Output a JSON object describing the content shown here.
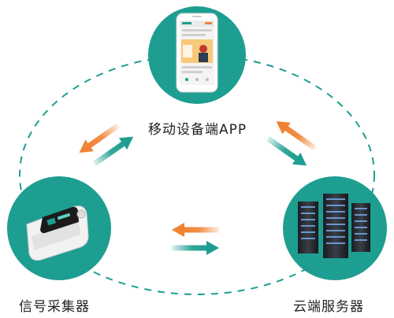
{
  "nodes": {
    "mobile_app": {
      "label": "移动设备端APP"
    },
    "signal_collector": {
      "label": "信号采集器"
    },
    "cloud_server": {
      "label": "云端服务器"
    }
  },
  "colors": {
    "teal": "#1e9e91",
    "teal_dark": "#178377",
    "orange": "#f08233",
    "dashed_ring": "#1e9e91"
  },
  "arrows": [
    {
      "between": "signal_collector-mobile_app",
      "directions": [
        "to-collector (orange)",
        "to-app (teal)"
      ]
    },
    {
      "between": "mobile_app-cloud_server",
      "directions": [
        "to-app (orange)",
        "to-server (teal)"
      ]
    },
    {
      "between": "signal_collector-cloud_server",
      "directions": [
        "to-collector (orange)",
        "to-server (teal)"
      ]
    }
  ]
}
